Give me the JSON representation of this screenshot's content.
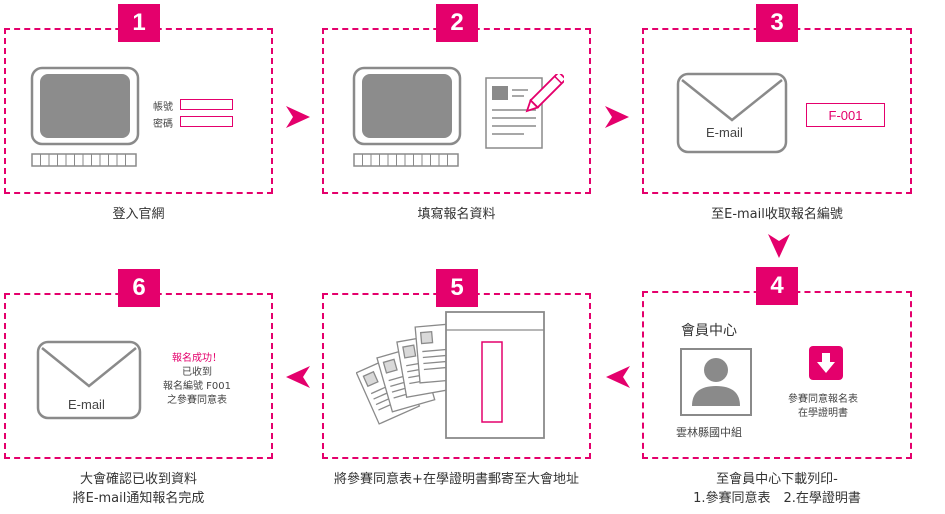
{
  "steps": [
    {
      "num": "1",
      "caption": "登入官網",
      "account_label": "帳號",
      "password_label": "密碼"
    },
    {
      "num": "2",
      "caption": "填寫報名資料"
    },
    {
      "num": "3",
      "caption": "至E-mail收取報名編號",
      "email_label": "E-mail",
      "code": "F-001"
    },
    {
      "num": "4",
      "caption_line1": "至會員中心下載列印-",
      "caption_line2": "1.參賽同意表　2.在學證明書",
      "member_center": "會員中心",
      "school": "雲林縣國中組",
      "download_line1": "參賽同意報名表",
      "download_line2": "在學證明書"
    },
    {
      "num": "5",
      "caption": "將參賽同意表+在學證明書郵寄至大會地址"
    },
    {
      "num": "6",
      "caption_line1": "大會確認已收到資料",
      "caption_line2": "將E-mail通知報名完成",
      "email_label": "E-mail",
      "success": "報名成功！",
      "msg_line1": "已收到",
      "msg_line2": "報名編號 F001",
      "msg_line3": "之參賽同意表"
    }
  ],
  "colors": {
    "accent": "#e4006c",
    "gray": "#8a8a8a",
    "screen": "#8c8c8c"
  }
}
